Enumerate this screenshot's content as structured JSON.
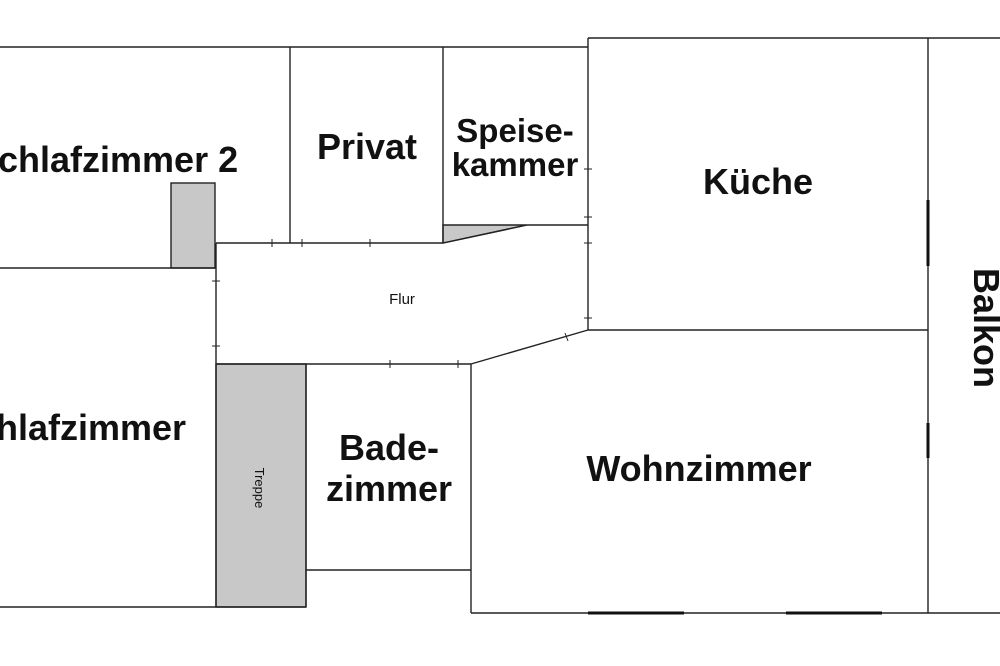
{
  "rooms": {
    "schlafzimmer2": "chlafzimmer 2",
    "privat": "Privat",
    "speisekammer_line1": "Speise-",
    "speisekammer_line2": "kammer",
    "kueche": "Küche",
    "balkon": "Balkon",
    "flur": "Flur",
    "schlafzimmer": "hlafzimmer",
    "treppe": "Treppe",
    "badezimmer_line1": "Bade-",
    "badezimmer_line2": "zimmer",
    "wohnzimmer": "Wohnzimmer"
  },
  "colors": {
    "wall": "#222222",
    "fill_grey": "#c8c8c8",
    "background": "#ffffff"
  }
}
